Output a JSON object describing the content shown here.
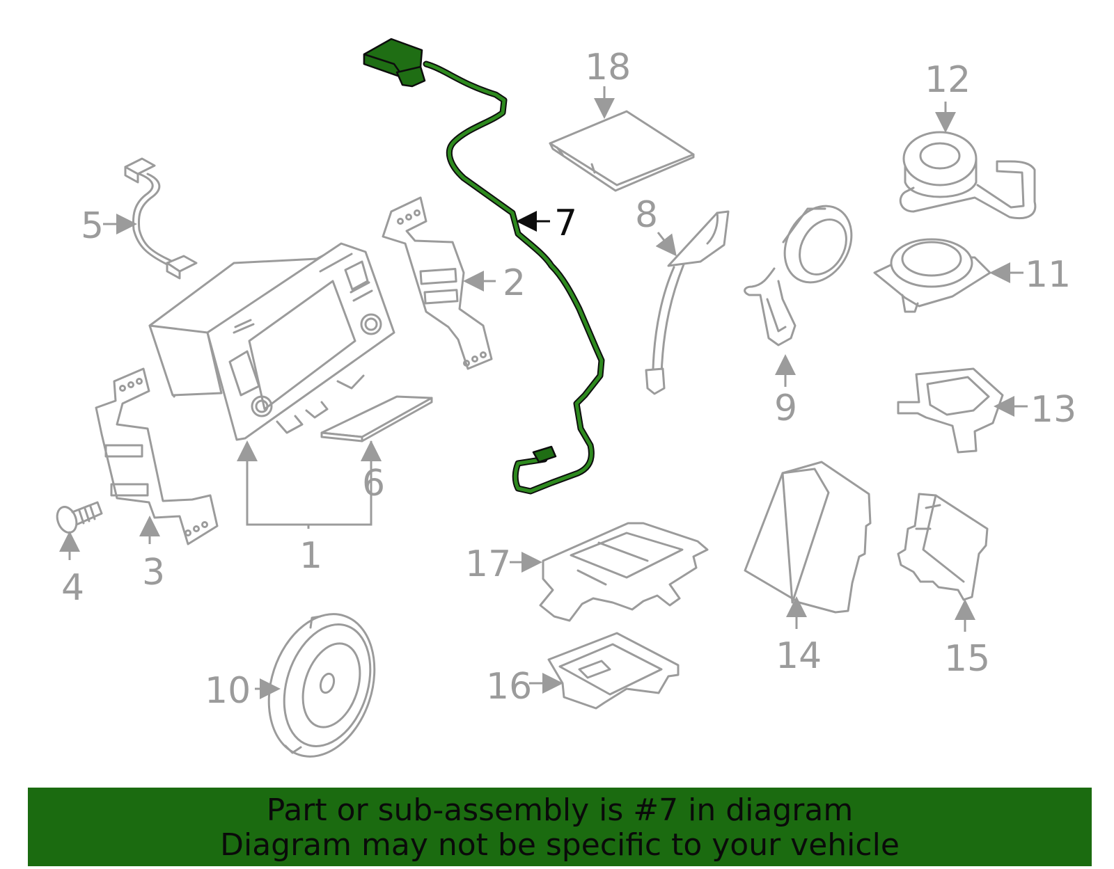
{
  "callouts": {
    "c1": "1",
    "c2": "2",
    "c3": "3",
    "c4": "4",
    "c5": "5",
    "c6": "6",
    "c7": "7",
    "c8": "8",
    "c9": "9",
    "c10": "10",
    "c11": "11",
    "c12": "12",
    "c13": "13",
    "c14": "14",
    "c15": "15",
    "c16": "16",
    "c17": "17",
    "c18": "18"
  },
  "highlighted_part": "7",
  "colors": {
    "highlight": "#1f6e14",
    "banner": "#1b6b10",
    "line_art": "#9b9b9b"
  },
  "banner": {
    "line1": "Part or sub-assembly is #7 in diagram",
    "line2": "Diagram may not be specific to your vehicle"
  }
}
